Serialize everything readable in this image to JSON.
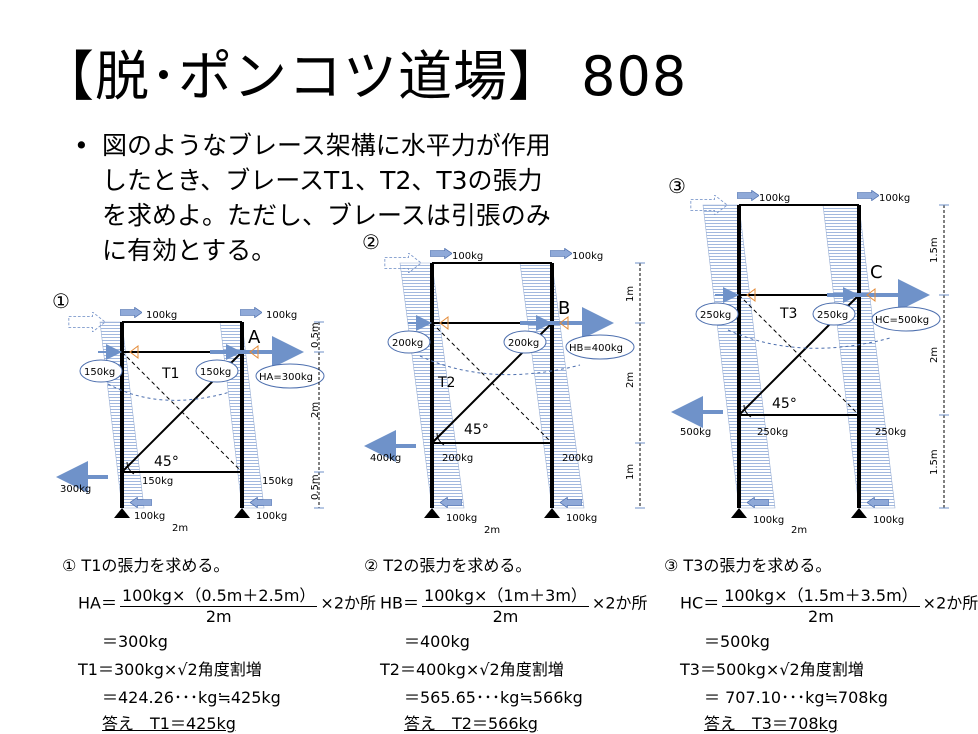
{
  "title": "【脱･ポンコツ道場】 808",
  "bullet_icon": "•",
  "bullet_lines": [
    "図のようなブレース架構に水平力が作用",
    "したとき、ブレースT1、T2、T3の張力",
    "を求めよ。ただし、ブレースは引張のみ",
    "に有効とする。"
  ],
  "fig1": {
    "num": "①",
    "load": "100kg",
    "brace": "T1",
    "point": "A",
    "side_load": "150kg",
    "h": "HA=300kg",
    "react": "300kg",
    "angle": "45°",
    "width": "2m",
    "dims": [
      "0.5m",
      "2m",
      "0.5m"
    ]
  },
  "fig2": {
    "num": "②",
    "load": "100kg",
    "brace": "T2",
    "point": "B",
    "side_load": "200kg",
    "h": "HB=400kg",
    "react": "400kg",
    "angle": "45°",
    "width": "2m",
    "dims": [
      "1m",
      "2m",
      "1m"
    ]
  },
  "fig3": {
    "num": "③",
    "load": "100kg",
    "brace": "T3",
    "point": "C",
    "side_load": "250kg",
    "h": "HC=500kg",
    "react": "500kg",
    "angle": "45°",
    "width": "2m",
    "dims": [
      "1.5m",
      "2m",
      "1.5m"
    ]
  },
  "calc1": {
    "hdr": "① T1の張力を求める。",
    "lhs": "HA＝",
    "num": "100kg×（0.5m＋2.5m）",
    "den": "2m",
    "mult": "×2か所",
    "r1": "＝300kg",
    "r2": "T1＝300kg×√2角度割増",
    "r3": "＝424.26･･･kg≒425kg",
    "ans": "答え　T1＝425kg"
  },
  "calc2": {
    "hdr": "② T2の張力を求める。",
    "lhs": "HB＝",
    "num": "100kg×（1m＋3m）",
    "den": "2m",
    "mult": "×2か所",
    "r1": "＝400kg",
    "r2": "T2＝400kg×√2角度割増",
    "r3": "＝565.65･･･kg≒566kg",
    "ans": "答え　T2＝566kg"
  },
  "calc3": {
    "hdr": "③ T3の張力を求める。",
    "lhs": "HC＝",
    "num": "100kg×（1.5m＋3.5m）",
    "den": "2m",
    "mult": "×2か所",
    "r1": "＝500kg",
    "r2": "T3＝500kg×√2角度割増",
    "r3": "＝ 707.10･･･kg≒708kg",
    "ans": "答え　T3＝708kg"
  }
}
